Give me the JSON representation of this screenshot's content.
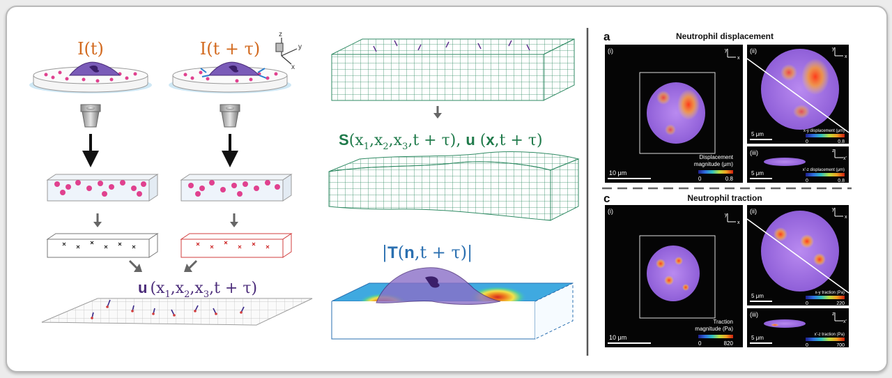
{
  "left": {
    "label_left": "I(t)",
    "label_right": "I(t + τ)",
    "axis_z": "z",
    "axis_y": "y",
    "axis_x": "x",
    "u_symbol": "u",
    "u_args": "(x",
    "u_sub1": "1",
    "u_sep1": ",x",
    "u_sub2": "2",
    "u_sep2": ",x",
    "u_sub3": "3",
    "u_tail": ",t + τ)"
  },
  "middle": {
    "s_symbol": "S",
    "s_args": "(x",
    "s_sub1": "1",
    "s_sep1": ",x",
    "s_sub2": "2",
    "s_sep2": ",x",
    "s_sub3": "3",
    "s_tail": ",t + τ), ",
    "u_symbol": "u",
    "u_open": " (",
    "u_bold_x": "x",
    "u_tail": ",t + τ)",
    "t_bar_open": "|",
    "t_symbol": "T",
    "t_open": "(",
    "t_bold_n": "n",
    "t_tail": ",t + τ)",
    "t_bar_close": "|"
  },
  "right": {
    "panel_a": {
      "letter": "a",
      "title": "Neutrophil displacement",
      "i_label": "(i)",
      "ii_label": "(ii)",
      "iii_label": "(iii)",
      "scale_i": "10 μm",
      "scale_ii": "5 μm",
      "scale_iii": "5 μm",
      "cbar_i_title_1": "Displacement",
      "cbar_i_title_2": "magnitude (μm)",
      "cbar_i_min": "0",
      "cbar_i_max": "0.8",
      "cbar_ii_title": "x-y displacement (μm)",
      "cbar_ii_min": "0",
      "cbar_ii_max": "0.8",
      "cbar_iii_title": "x'-z displacement (μm)",
      "cbar_iii_min": "0",
      "cbar_iii_max": "0.8"
    },
    "panel_c": {
      "letter": "c",
      "title": "Neutrophil traction",
      "i_label": "(i)",
      "ii_label": "(ii)",
      "iii_label": "(iii)",
      "scale_i": "10 μm",
      "scale_ii": "5 μm",
      "scale_iii": "5 μm",
      "cbar_i_title_1": "Traction",
      "cbar_i_title_2": "magnitude (Pa)",
      "cbar_i_min": "0",
      "cbar_i_max": "820",
      "cbar_ii_title": "x-y traction (Pa)",
      "cbar_ii_min": "0",
      "cbar_ii_max": "220",
      "cbar_iii_title": "x'-z traction (Pa)",
      "cbar_iii_min": "0",
      "cbar_iii_max": "700"
    },
    "axis_y": "y",
    "axis_x": "x",
    "axis_z": "z",
    "axis_xp": "x'"
  },
  "colors": {
    "orange_label": "#d2691e",
    "purple_label": "#4b2c7a",
    "green_label": "#1f7a4a",
    "blue_label": "#2a6fb0",
    "cell_purple": "#7a5bb8",
    "bead_pink": "#e0418f",
    "mesh_green": "#2f8a63",
    "divider": "#555555"
  }
}
